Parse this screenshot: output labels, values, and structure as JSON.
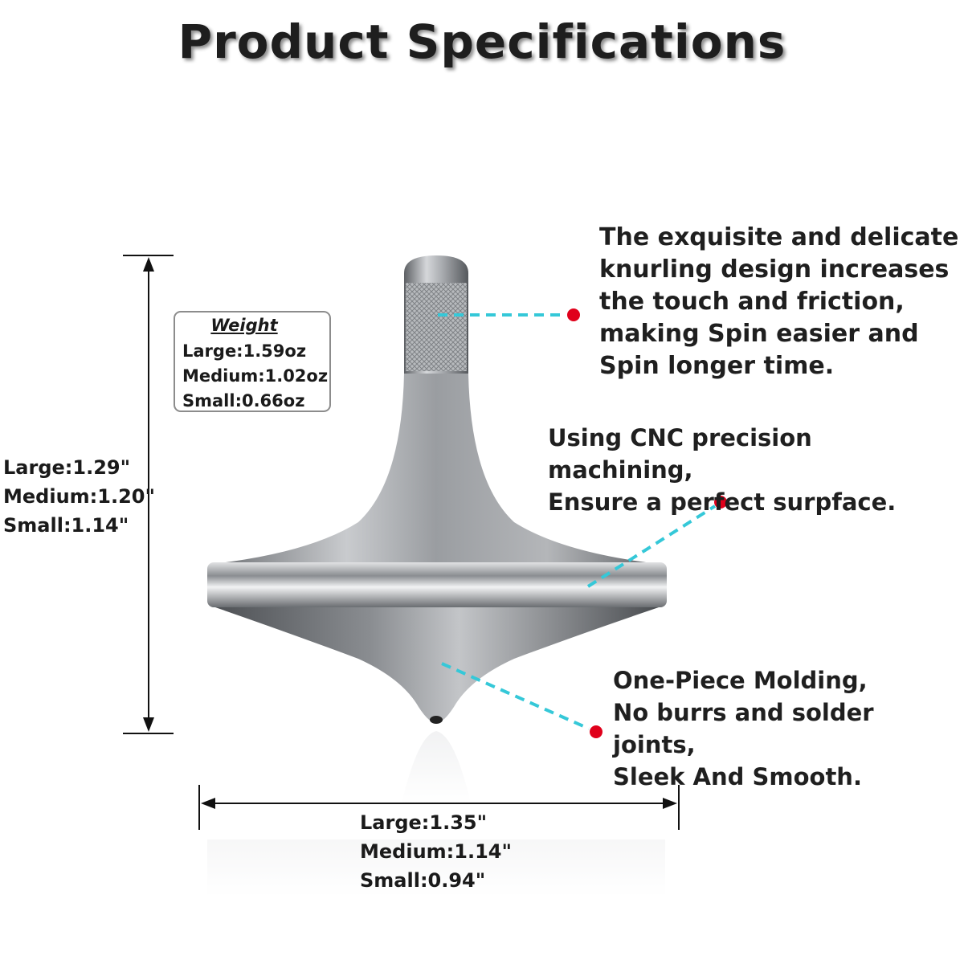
{
  "title": "Product Specifications",
  "weight": {
    "heading": "Weight",
    "lines": [
      "Large:1.59oz",
      "Medium:1.02oz",
      "Small:0.66oz"
    ]
  },
  "height_dims": [
    "Large:1.29\"",
    "Medium:1.20\"",
    "Small:1.14\""
  ],
  "width_dims": [
    "Large:1.35\"",
    "Medium:1.14\"",
    "Small:0.94\""
  ],
  "callouts": {
    "knurling": [
      "The exquisite and delicate",
      "knurling design increases",
      "the touch and friction,",
      "making Spin easier and",
      "Spin longer time."
    ],
    "cnc": [
      "Using CNC precision machining,",
      "Ensure a perfect surpface."
    ],
    "molding": [
      "One-Piece Molding,",
      "No burrs and solder joints,",
      "Sleek And Smooth."
    ]
  },
  "colors": {
    "marker_dot": "#e0001b",
    "leader_line": "#35c8d8",
    "metal": "#8e9196"
  },
  "icons": [
    "spinning-top-image",
    "height-arrow-icon",
    "width-arrow-icon"
  ]
}
